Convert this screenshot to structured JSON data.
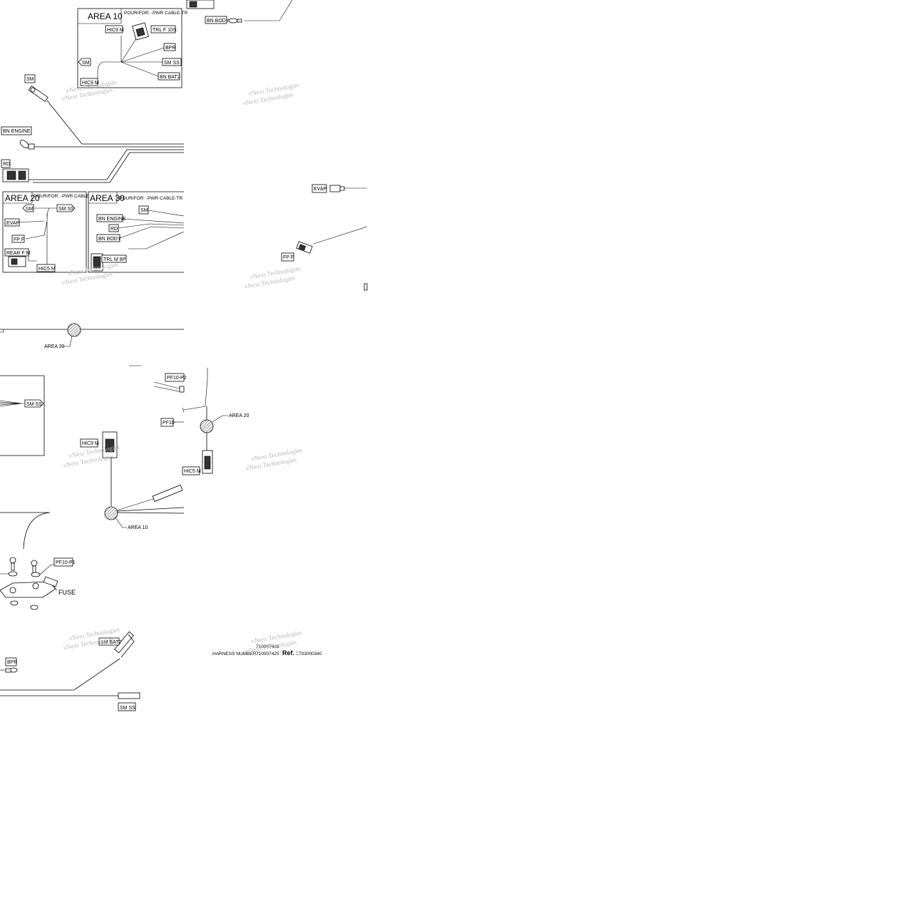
{
  "area10": {
    "title": "AREA 10",
    "note": "POUR/FOR: -PWR CABLE-TR",
    "labels": [
      "HIC9 M",
      "TRL F 10S",
      "SM",
      "BPR",
      "SM SS",
      "BN BAT2",
      "HIC9 M"
    ]
  },
  "area20": {
    "title": "AREA 20",
    "note": "POUR/FOR: -PWR CABLE-TR",
    "labels": [
      "SM",
      "SM SS",
      "EVAP",
      "FP F",
      "REAR F M",
      "HIC5 M"
    ]
  },
  "area30": {
    "title": "AREA 30",
    "note": "POUR/FOR: -PWR CABLE-TR",
    "labels": [
      "SM",
      "BN ENGINE",
      "RD",
      "BN BODY",
      "TRL M 8P"
    ]
  },
  "labels": {
    "bn_body": "BN BODY",
    "sm_top": "SM",
    "bn_engine": "BN ENGINE",
    "rd": "RD",
    "evap": "EVAP",
    "fp_f": "FP F",
    "area30_callout": "AREA 30",
    "pf10_p2": "PF10-P2",
    "pf10": "PF10",
    "area20_callout": "AREA 20",
    "sm_ss_mid": "SM SS",
    "hic9_m": "HIC9 M",
    "hic5_m": "HIC5 M",
    "area10_callout": "AREA 10",
    "pf10_p1": "PF10-P1",
    "fuse": "FUSE",
    "sm_bat2": "SM BAT2",
    "bpr": "BPR",
    "sm_ss_bottom": "SM SS"
  },
  "harness": {
    "label": "HARNESS NUMBER :",
    "value": "710007425",
    "ref_label": "Ref. :",
    "ref_value": "703000340",
    "above": "710007425"
  },
  "watermark": "vNext Technologies"
}
